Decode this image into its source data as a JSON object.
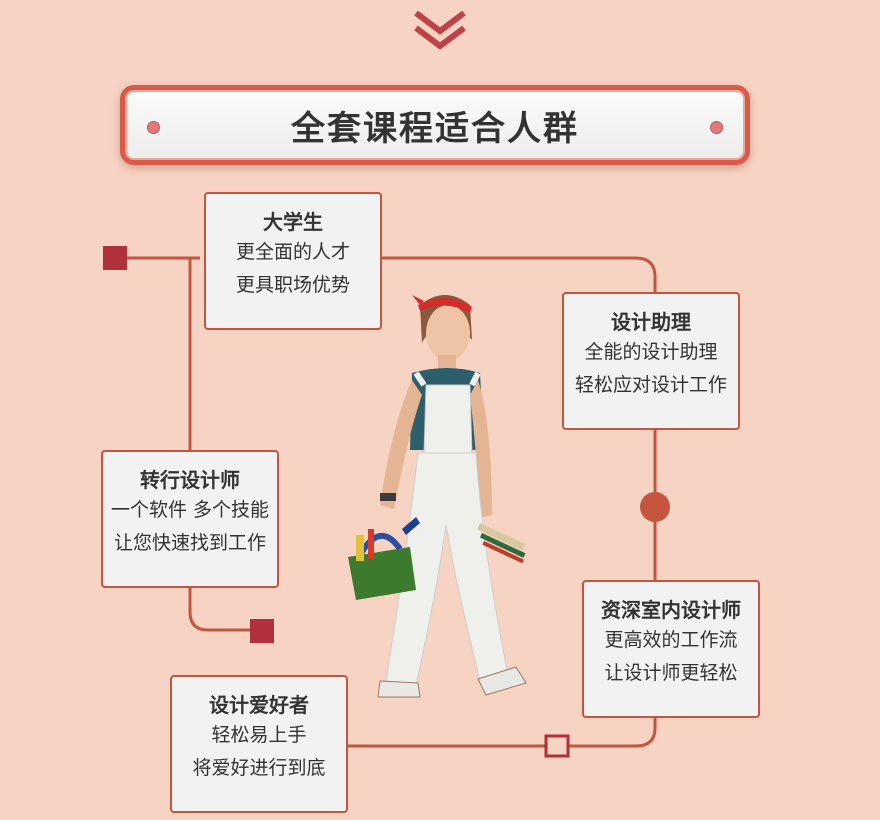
{
  "title": "全套课程适合人群",
  "cards": [
    {
      "title": "大学生",
      "lines": [
        "更全面的人才",
        "更具职场优势"
      ]
    },
    {
      "title": "设计助理",
      "lines": [
        "全能的设计助理",
        "轻松应对设计工作"
      ]
    },
    {
      "title": "转行设计师",
      "lines": [
        "一个软件 多个技能",
        "让您快速找到工作"
      ]
    },
    {
      "title": "资深室内设计师",
      "lines": [
        "更高效的工作流",
        "让设计师更轻松"
      ]
    },
    {
      "title": "设计爱好者",
      "lines": [
        "轻松易上手",
        "将爱好进行到底"
      ]
    }
  ],
  "colors": {
    "background": "#f6d3c3",
    "accent": "#c5553f",
    "accent_dark": "#b0303c",
    "card_bg": "#f2f2f2",
    "text": "#333333"
  },
  "icons": {
    "top": "double-chevron-down-icon",
    "illustration": "painter-woman-with-toolbag"
  }
}
